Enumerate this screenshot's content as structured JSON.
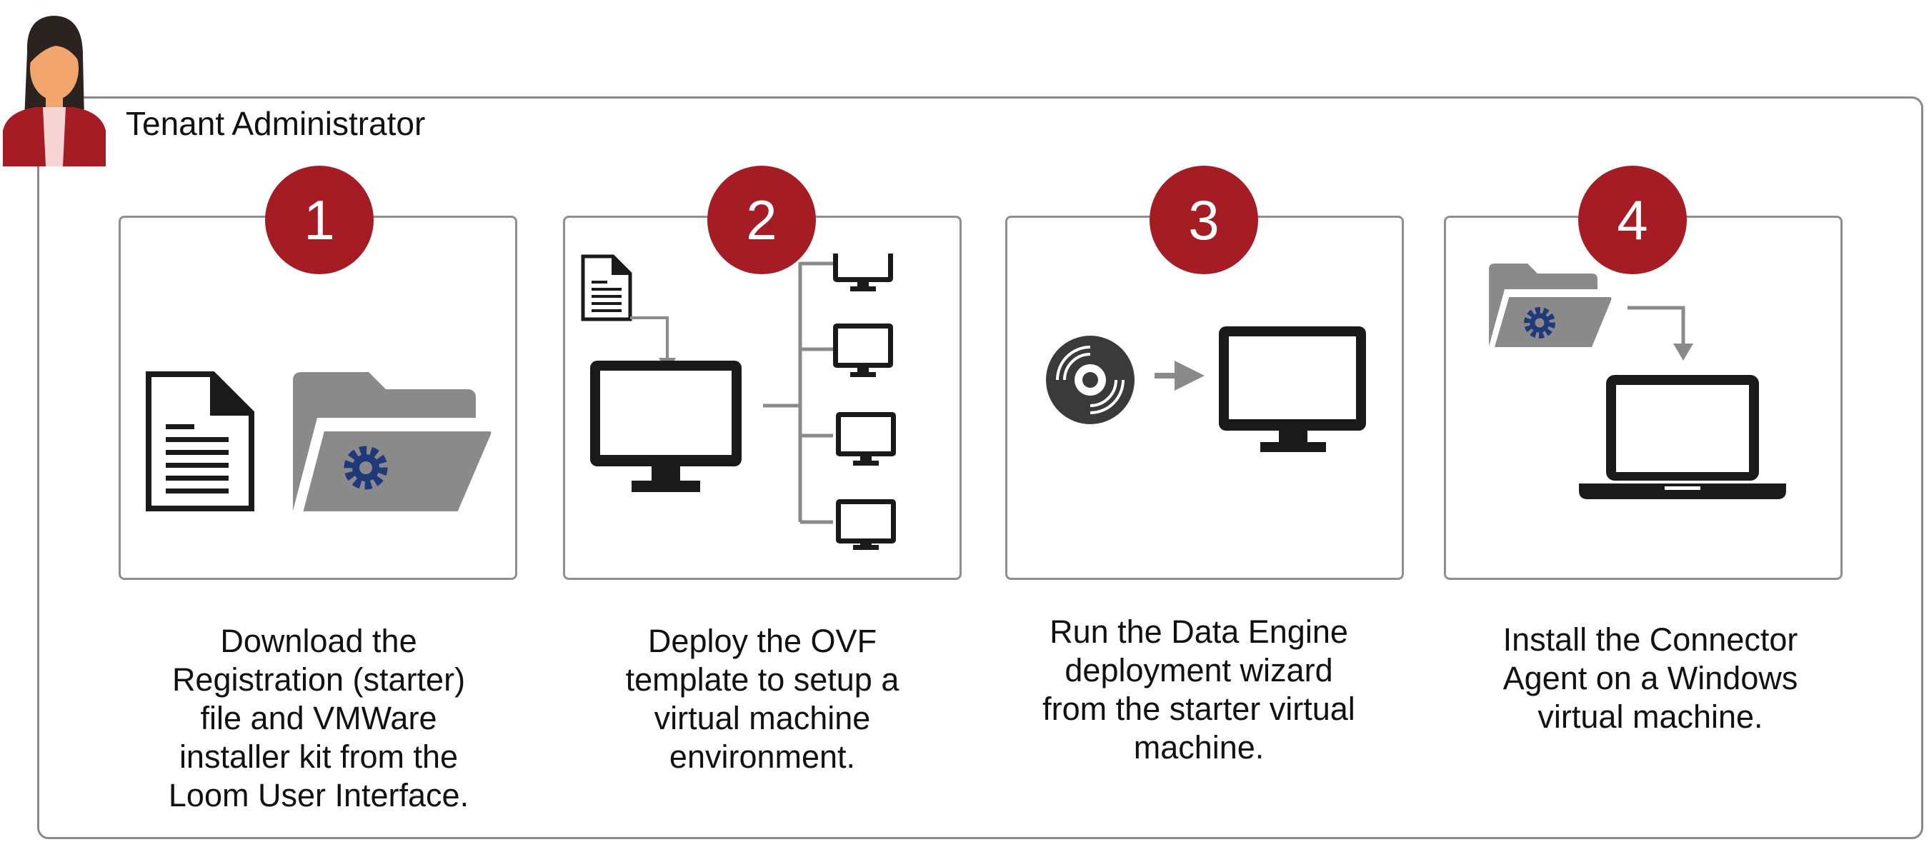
{
  "role": {
    "label": "Tenant Administrator"
  },
  "steps": [
    {
      "number": "1",
      "caption": "Download the\nRegistration (starter)\nfile and VMWare\ninstaller kit from the\nLoom User Interface."
    },
    {
      "number": "2",
      "caption": "Deploy the OVF\ntemplate to setup a\nvirtual machine\nenvironment."
    },
    {
      "number": "3",
      "caption": "Run the Data Engine\ndeployment wizard\nfrom the starter virtual\nmachine."
    },
    {
      "number": "4",
      "caption": "Install the Connector\nAgent on a Windows\nvirtual machine."
    }
  ],
  "colors": {
    "badge": "#a61c24",
    "border": "#8f8f8f",
    "folder": "#8a8a8a",
    "gear": "#1f3a7a",
    "icon": "#1a1a1a"
  }
}
